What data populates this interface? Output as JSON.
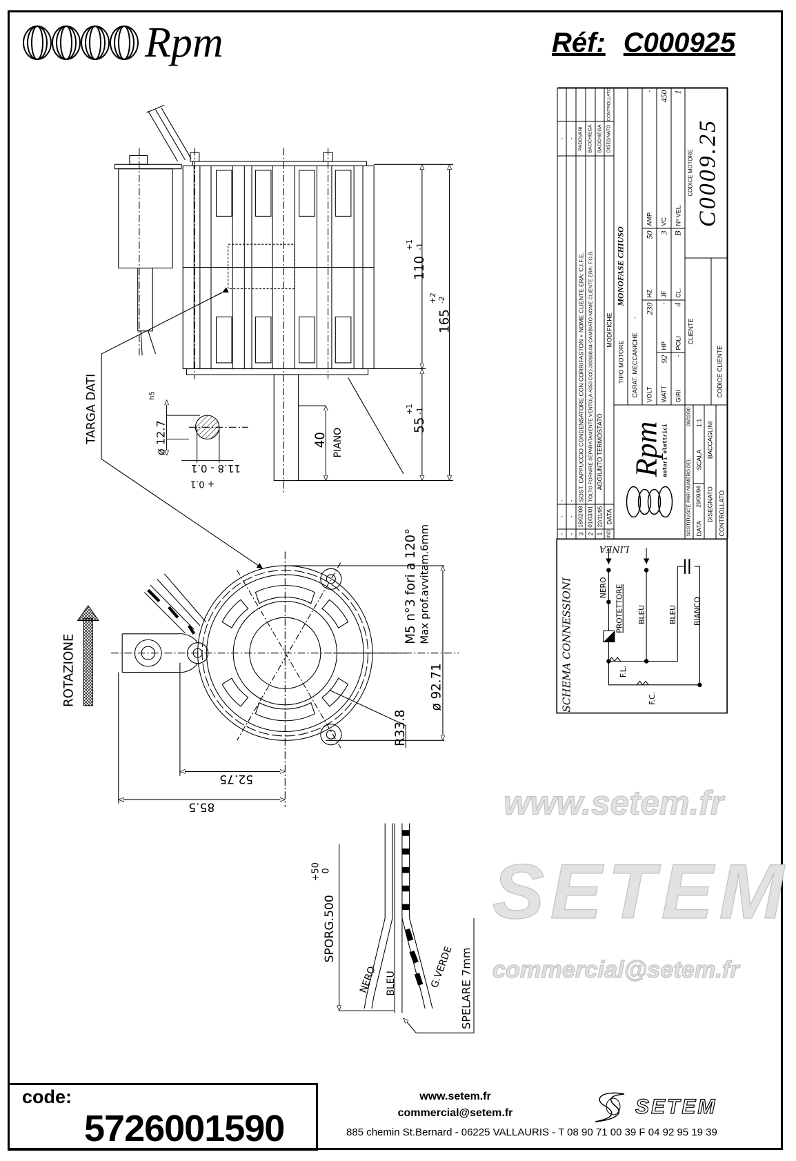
{
  "header": {
    "brand": "Rpm",
    "ref_label": "Réf:",
    "ref_value": "C000925"
  },
  "drawing": {
    "targa_dati": "TARGA DATI",
    "dim_110": "110",
    "dim_110_tol_plus": "+1",
    "dim_110_tol_minus": "-1",
    "dim_165": "165",
    "dim_165_tol_plus": "+2",
    "dim_165_tol_minus": "-2",
    "dim_55": "55",
    "dim_55_tol_plus": "+1",
    "dim_55_tol_minus": "-1",
    "dim_40": "40",
    "piano": "PIANO",
    "shaft_dia": "ø 12.7",
    "shaft_fit": "h5",
    "flat_dim": "11.8 - 0.1",
    "flat_tol": "+ 0.1",
    "holes_note": "M5 n°3 fori a 120°",
    "depth_note": "Max prof.avvitam.6mm",
    "dia_9271": "ø 92.71",
    "r338": "R33.8",
    "dim_5275": "52.75",
    "dim_855": "85.5",
    "rotazione": "ROTAZIONE",
    "sporg": "SPORG.500",
    "sporg_tol_plus": "+50",
    "sporg_tol_zero": "0",
    "wire_nero": "NERO",
    "wire_bleu": "BLEU",
    "wire_gverde": "G.VERDE",
    "spelare": "SPELARE 7mm"
  },
  "title_block": {
    "revisions": [
      {
        "ind": "-",
        "data": "-",
        "desc": "-",
        "name": "-"
      },
      {
        "ind": "-",
        "data": "-",
        "desc": "-",
        "name": "-"
      },
      {
        "ind": "3",
        "data": "18/02/08",
        "desc": "SOST. CAPPUCCIO CONDENSATORE CON CORRIFASTON + NOME CLIENTE ERA: C.I.F.E.",
        "name": "PADOVANI"
      },
      {
        "ind": "2",
        "data": "01/03/01",
        "desc": "TOLTO FORNIRE SEPARATAMENTE VENTOLA #350 COD.300168.04-CAMBIATO NOME CLIENTE ERA: F.O.B.",
        "name": "BACCHIEGA"
      },
      {
        "ind": "1",
        "data": "22/11/95",
        "desc": "AGGIUNTO TERMOSTATO",
        "name": "BACCHIEGA"
      }
    ],
    "header": {
      "ind": "IND",
      "data": "DATA",
      "modifiche": "MODIFICHE",
      "disegnato": "DISEGNATO",
      "controllato": "CONTROLLATO"
    },
    "logo_brand": "Rpm",
    "logo_sub": "motori elettrici",
    "sostituisce_label": "SOSTITUISCE PARI NUMERO DEL",
    "sostituisce_date": "08/02/90",
    "data_label": "DATA",
    "data_value": "29/09/94",
    "scala_label": "SCALA",
    "scala_value": "1:1",
    "disegnato_label": "DISEGNATO",
    "disegnato_value": "BACCAGLINI",
    "controllato_label": "CONTROLLATO",
    "tipo_motore_label": "TIPO MOTORE",
    "tipo_motore_value": "MONOFASE CHIUSO",
    "carat_label": "CARAT. MECCANICHE",
    "carat_value": "-",
    "volt_label": "VOLT",
    "volt_value": "230",
    "hz_label": "HZ",
    "hz_value": "50",
    "amp_label": "AMP.",
    "amp_value": "-",
    "watt_label": "WATT",
    "watt_value": "92",
    "hp_label": "HP",
    "hp_value": "-",
    "jf_label": "JF",
    "jf_value": "3",
    "vc_label": "VC",
    "vc_value": "450",
    "giri_label": "GIRI",
    "giri_value": "-",
    "poli_label": "POLI",
    "poli_value": "4",
    "cl_label": "CL.",
    "cl_value": "B",
    "nvel_label": "Nº VEL.",
    "nvel_value": "1",
    "cliente_label": "CLIENTE",
    "codice_cliente_label": "CODICE CLIENTE",
    "codice_motore_label": "CODICE MOTORE",
    "codice_motore_value": "C0009.25"
  },
  "schema": {
    "title": "SCHEMA CONNESSIONI",
    "linea": "LINEA",
    "nero": "NERO",
    "protettore": "PROTETTORE",
    "bleu1": "BLEU",
    "bleu2": "BLEU",
    "bianco": "BIANCO",
    "fl": "F.L.",
    "fc": "F.C."
  },
  "watermark": {
    "url": "www.setem.fr",
    "brand": "SETEM",
    "email": "commercial@setem.fr"
  },
  "footer": {
    "code_label": "code:",
    "code_value": "5726001590",
    "website": "www.setem.fr",
    "email": "commercial@setem.fr",
    "address": "885 chemin St.Bernard  -  06225 VALLAURIS  -  T 08 90 71 00 39   F 04 92 95 19 39",
    "brand": "SETEM"
  }
}
